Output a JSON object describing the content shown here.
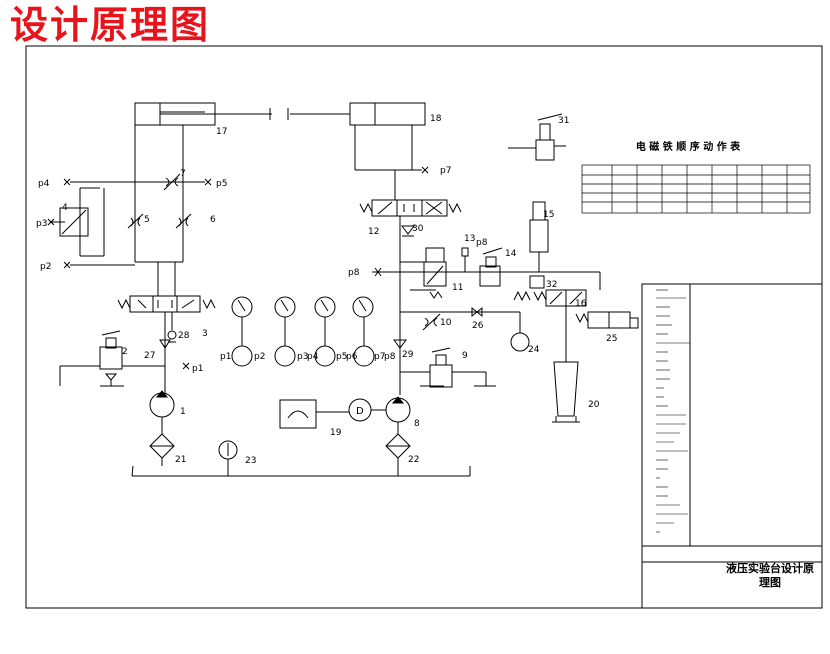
{
  "title": "设计原理图",
  "ports": {
    "p1_right": "p1",
    "p2": "p2",
    "p3": "p3",
    "p4": "p4",
    "p5": "p5",
    "p6": "p6",
    "p7": "p7",
    "p8": "p8"
  },
  "components": {
    "c1": "1",
    "c2": "2",
    "c3": "3",
    "c4": "4",
    "c5": "5",
    "c6": "6",
    "c7": "7",
    "c8": "8",
    "c9": "9",
    "c10": "10",
    "c11": "11",
    "c12": "12",
    "c13": "13",
    "c14": "14",
    "c15": "15",
    "c16": "16",
    "c17": "17",
    "c18": "18",
    "c19": "19",
    "c20": "20",
    "c21": "21",
    "c22": "22",
    "c23": "23",
    "c24": "24",
    "c25": "25",
    "c26": "26",
    "c27": "27",
    "c28": "28",
    "c29": "29",
    "c30": "30",
    "c31": "31",
    "c32": "32"
  },
  "gauges": [
    "p1",
    "p2",
    "p3",
    "p4",
    "p5",
    "p6",
    "p7",
    "p8"
  ],
  "solenoid_table": {
    "title": "电 磁 铁 顺 序 动 作 表"
  },
  "title_block": {
    "drawing_name_line1": "液压实验台设计原",
    "drawing_name_line2": "理图"
  }
}
